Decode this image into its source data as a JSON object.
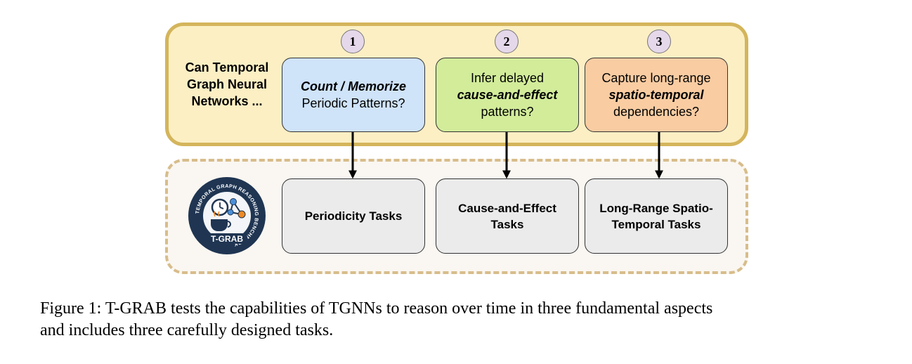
{
  "question_label": [
    "Can Temporal",
    "Graph Neural",
    "Networks ..."
  ],
  "aspects": [
    {
      "number": "1",
      "fill": "#cfe3f9",
      "line1_em": "Count / Memorize",
      "line2": "Periodic Patterns?",
      "task": "Periodicity Tasks"
    },
    {
      "number": "2",
      "fill": "#d2ec9a",
      "line1": "Infer delayed",
      "line2_em": "cause-and-effect",
      "line3": "patterns?",
      "task": "Cause-and-Effect Tasks"
    },
    {
      "number": "3",
      "fill": "#f9cca2",
      "line1": "Capture long-range",
      "line2_em": "spatio-temporal",
      "line3": "dependencies?",
      "task": "Long-Range Spatio-Temporal Tasks"
    }
  ],
  "logo": {
    "ring_text": "TEMPORAL GRAPH REASONING BENCHMARK",
    "name": "T-GRAB"
  },
  "caption": {
    "line1": "Figure 1: T-GRAB tests the capabilities of TGNNs to reason over time in three fundamental aspects",
    "line2": "and includes three carefully designed tasks."
  },
  "colors": {
    "top_panel_fill": "#fcefc4",
    "top_panel_border": "#d4b55c",
    "bottom_panel_fill": "#faf6f1",
    "bottom_panel_border": "#d7bd8b",
    "task_fill": "#ebebeb",
    "badge_fill": "#e5d8ea",
    "logo_navy": "#1f3552"
  }
}
